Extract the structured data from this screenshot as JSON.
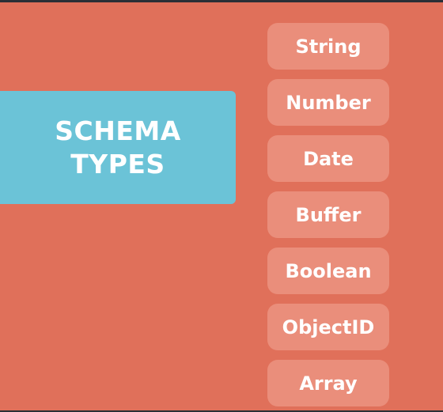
{
  "title": "SCHEMA\nTYPES",
  "types": [
    "String",
    "Number",
    "Date",
    "Buffer",
    "Boolean",
    "ObjectID",
    "Array"
  ],
  "colors": {
    "background": "#e0705a",
    "title_box": "#6bc3d7",
    "pill": "#ea8e7b",
    "text": "#ffffff"
  }
}
